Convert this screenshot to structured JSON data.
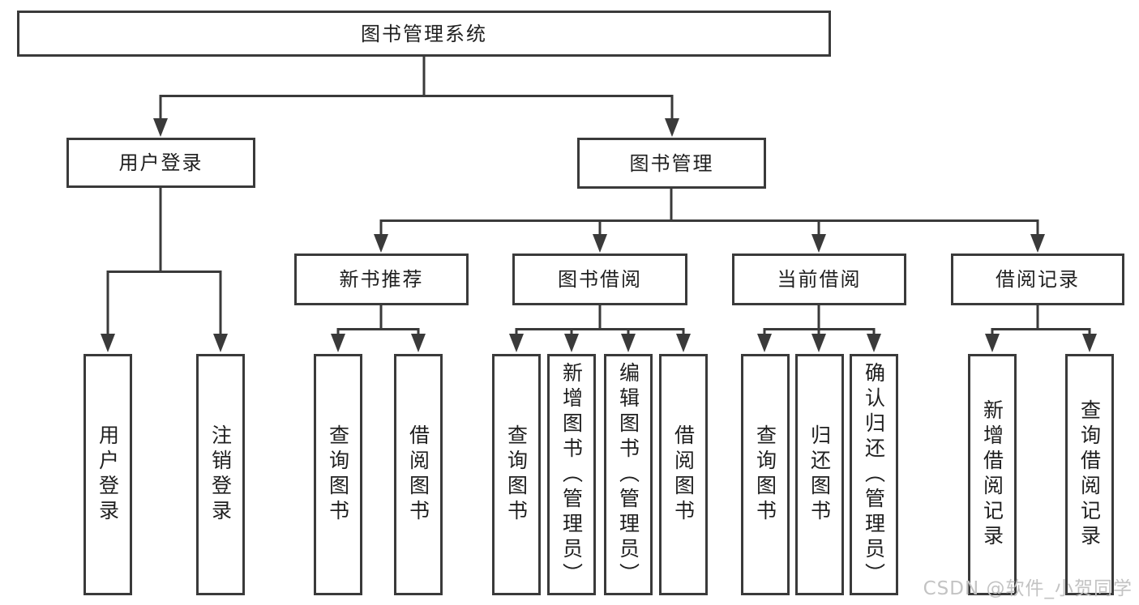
{
  "colors": {
    "line": "#3a3a3a",
    "box_border": "#3a3a3a",
    "box_fill": "#ffffff",
    "text": "#1f1f1f",
    "watermark": "#c3c3c3",
    "background": "#ffffff"
  },
  "watermark": {
    "text": "CSDN @软件_小贺同学"
  },
  "tree": {
    "label": "图书管理系统",
    "children": [
      {
        "label": "用户登录",
        "children": [
          {
            "label": "用户登录"
          },
          {
            "label": "注销登录"
          }
        ]
      },
      {
        "label": "图书管理",
        "children": [
          {
            "label": "新书推荐",
            "children": [
              {
                "label": "查询图书"
              },
              {
                "label": "借阅图书"
              }
            ]
          },
          {
            "label": "图书借阅",
            "children": [
              {
                "label": "查询图书"
              },
              {
                "label": "新增图书（管理员）"
              },
              {
                "label": "编辑图书（管理员）"
              },
              {
                "label": "借阅图书"
              }
            ]
          },
          {
            "label": "当前借阅",
            "children": [
              {
                "label": "查询图书"
              },
              {
                "label": "归还图书"
              },
              {
                "label": "确认归还（管理员）"
              }
            ]
          },
          {
            "label": "借阅记录",
            "children": [
              {
                "label": "新增借阅记录"
              },
              {
                "label": "查询借阅记录"
              }
            ]
          }
        ]
      }
    ]
  }
}
